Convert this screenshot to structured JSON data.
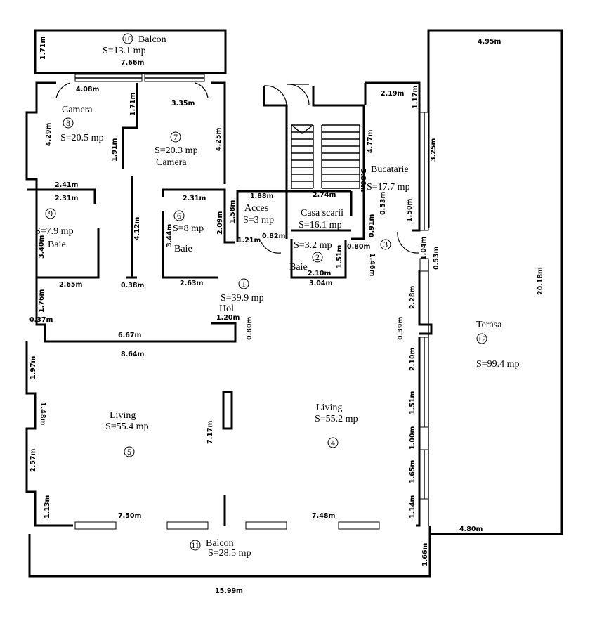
{
  "rooms": [
    {
      "num": "10",
      "name": "Balcon",
      "area": "S=13.1 mp"
    },
    {
      "num": "8",
      "name": "Camera",
      "area": "S=20.5 mp"
    },
    {
      "num": "7",
      "name": "Camera",
      "area": "S=20.3 mp"
    },
    {
      "num": "9",
      "name": "Baie",
      "area": "S=7.9 mp"
    },
    {
      "num": "6",
      "name": "Baie",
      "area": "S=8 mp"
    },
    {
      "num": "",
      "name": "Acces",
      "area": "S=3 mp"
    },
    {
      "num": "",
      "name": "Casa scarii",
      "area": "S=16.1 mp"
    },
    {
      "num": "2",
      "name": "Baie",
      "area": "S=3.2 mp"
    },
    {
      "num": "3",
      "name": "Bucatarie",
      "area": "S=17.7 mp"
    },
    {
      "num": "1",
      "name": "Hol",
      "area": "S=39.9 mp"
    },
    {
      "num": "5",
      "name": "Living",
      "area": "S=55.4 mp"
    },
    {
      "num": "4",
      "name": "Living",
      "area": "S=55.2 mp"
    },
    {
      "num": "11",
      "name": "Balcon",
      "area": "S=28.5 mp"
    },
    {
      "num": "12",
      "name": "Terasa",
      "area": "S=99.4 mp"
    }
  ],
  "dimensions": [
    "1.71m",
    "7.66m",
    "4.08m",
    "3.35m",
    "1.71m",
    "4.29m",
    "1.91m",
    "4.25m",
    "2.41m",
    "2.31m",
    "2.31m",
    "3.40m",
    "3.44m",
    "4.12m",
    "2.09m",
    "1.58m",
    "1.88m",
    "2.74m",
    "5.86m",
    "4.77m",
    "2.19m",
    "1.17m",
    "3.25m",
    "1.21m",
    "0.82m",
    "0.53m",
    "1.50m",
    "0.91m",
    "0.80m",
    "1.51m",
    "2.10m",
    "3.04m",
    "1.46m",
    "1.04m",
    "0.53m",
    "2.65m",
    "0.38m",
    "2.63m",
    "1.76m",
    "0.37m",
    "1.20m",
    "6.67m",
    "0.80m",
    "0.39m",
    "2.28m",
    "8.64m",
    "1.97m",
    "1.48m",
    "7.17m",
    "2.10m",
    "1.51m",
    "1.00m",
    "2.57m",
    "1.65m",
    "1.13m",
    "7.50m",
    "7.48m",
    "1.14m",
    "4.80m",
    "1.66m",
    "15.99m",
    "4.95m",
    "20.18m"
  ]
}
